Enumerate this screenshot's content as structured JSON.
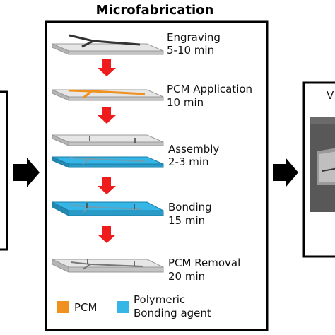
{
  "title": "Microfabrication",
  "steps": [
    {
      "name": "Engraving",
      "time": "5-10 min"
    },
    {
      "name": "PCM Application",
      "time": "10 min"
    },
    {
      "name": "Assembly",
      "time": "2-3 min"
    },
    {
      "name": "Bonding",
      "time": "15 min"
    },
    {
      "name": "PCM Removal",
      "time": "20 min"
    }
  ],
  "legend": {
    "pcm_label": "PCM",
    "bonding_label_line1": "Polymeric",
    "bonding_label_line2": "Bonding agent"
  },
  "right_panel": {
    "cut_text": "V"
  },
  "colors": {
    "arrow_red": "#ee1c1c",
    "pcm_orange": "#f0901e",
    "bonding_blue": "#35b6e6",
    "slab_gray": "#d8d8d8",
    "flow_arrow": "#000000"
  }
}
